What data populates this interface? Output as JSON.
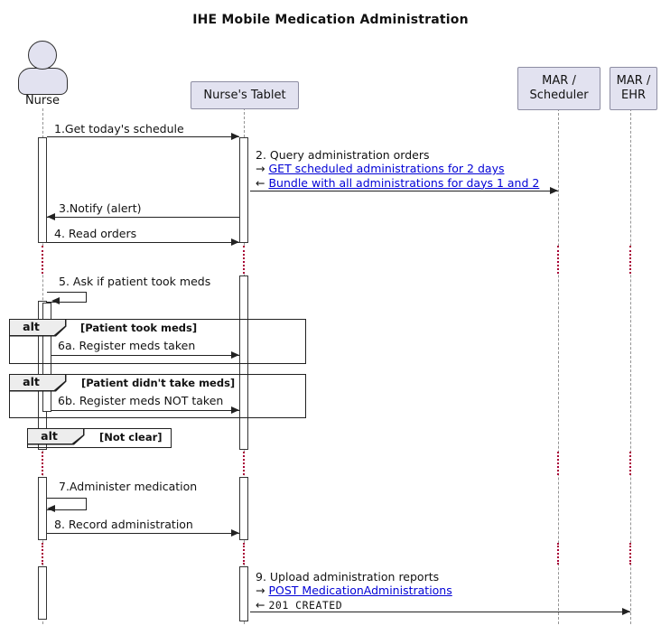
{
  "title": "IHE Mobile Medication Administration",
  "participants": {
    "nurse": {
      "label": "Nurse"
    },
    "tablet": {
      "label": "Nurse's Tablet"
    },
    "scheduler": {
      "line1": "MAR /",
      "line2": "Scheduler"
    },
    "ehr": {
      "line1": "MAR /",
      "line2": "EHR"
    }
  },
  "messages": {
    "m1": {
      "label": "1.Get today's schedule"
    },
    "m2": {
      "label": "2. Query administration orders",
      "req_arrow": "→",
      "req_link": "GET scheduled administrations for 2 days",
      "res_arrow": "←",
      "res_link": "Bundle with all administrations for days 1 and 2"
    },
    "m3": {
      "label": "3.Notify (alert)"
    },
    "m4": {
      "label": "4. Read orders"
    },
    "m5": {
      "label": "5. Ask if patient took meds"
    },
    "m6a": {
      "label": "6a. Register meds taken"
    },
    "m6b": {
      "label": "6b. Register meds NOT taken"
    },
    "m7": {
      "label": "7.Administer medication"
    },
    "m8": {
      "label": "8. Record administration"
    },
    "m9": {
      "label": "9. Upload administration reports",
      "req_arrow": "→",
      "req_link": "POST MedicationAdministrations",
      "res_arrow": "←",
      "res_code": "201 CREATED"
    }
  },
  "fragments": {
    "alt1": {
      "operator": "alt",
      "guard": "[Patient took meds]"
    },
    "alt2": {
      "operator": "alt",
      "guard": "[Patient didn't take meds]"
    },
    "alt3": {
      "operator": "alt",
      "guard": "[Not clear]"
    }
  },
  "colors": {
    "participant_fill": "#E2E2F0",
    "participant_border": "#8d8da2",
    "link_blue": "#0202d6",
    "delay_red": "#A80036",
    "fragment_header_fill": "#EDEDED",
    "line_black": "#222222"
  }
}
